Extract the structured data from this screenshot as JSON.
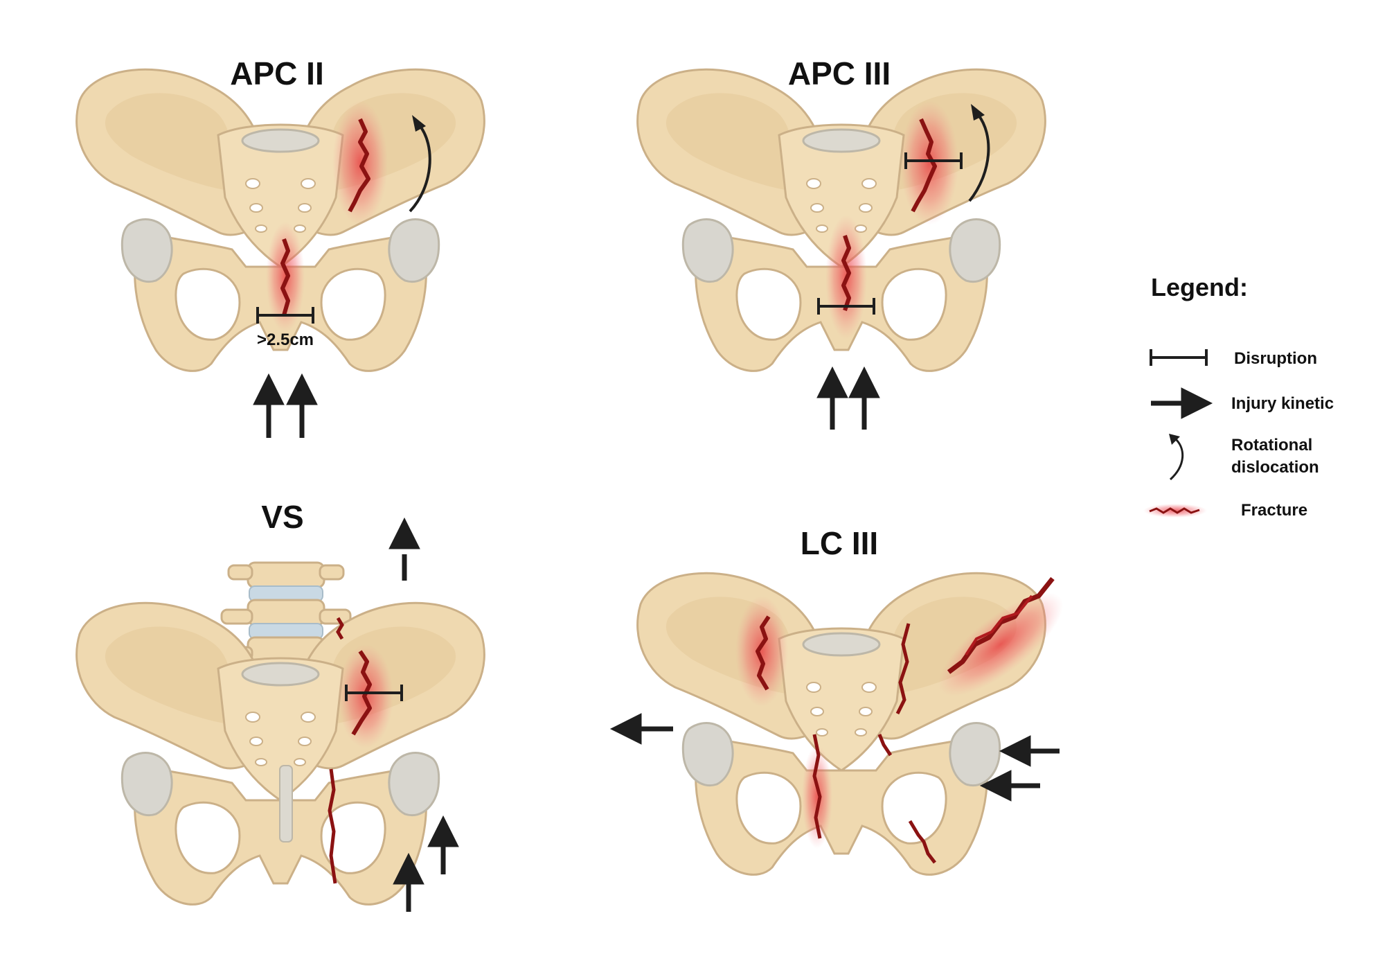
{
  "panels": [
    {
      "id": "apc2",
      "title": "APC II",
      "measurement": ">2.5cm"
    },
    {
      "id": "apc3",
      "title": "APC III"
    },
    {
      "id": "vs",
      "title": "VS"
    },
    {
      "id": "lc3",
      "title": "LC III"
    }
  ],
  "legend": {
    "title": "Legend:",
    "items": [
      {
        "symbol": "disruption-icon",
        "label": "Disruption"
      },
      {
        "symbol": "injury-kinetic-arrow-icon",
        "label": "Injury kinetic"
      },
      {
        "symbol": "rotational-dislocation-icon",
        "label_lines": [
          "Rotational",
          "dislocation"
        ]
      },
      {
        "symbol": "fracture-icon",
        "label": "Fracture"
      }
    ]
  },
  "colors": {
    "bone": "#EFD9B0",
    "bone_outline": "#CBB088",
    "bone_shade": "#E4C999",
    "cartilage": "#D8D6CF",
    "fracture": "#8B1212",
    "fracture_glow": "#E8323A",
    "arrow": "#1E1E1E",
    "disc": "#C9D9E4"
  }
}
